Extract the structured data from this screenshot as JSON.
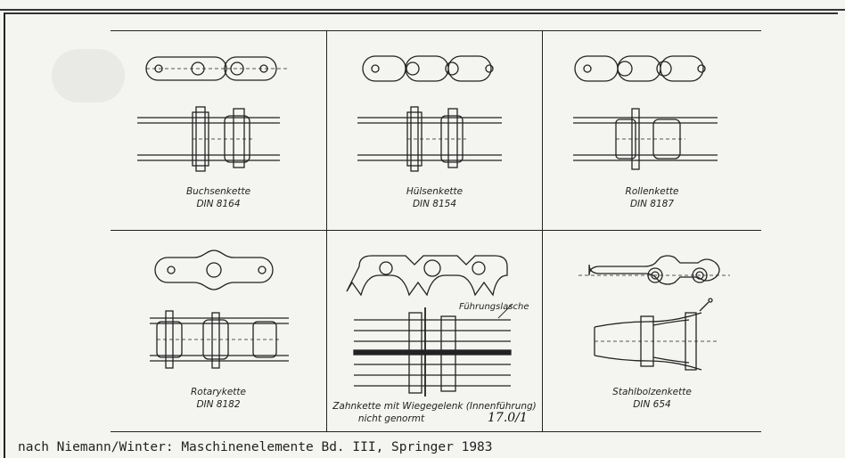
{
  "chains": [
    {
      "id": "buchsenkette",
      "name": "Buchsenkette",
      "standard": "DIN 8164"
    },
    {
      "id": "huelsenkette",
      "name": "Hülsenkette",
      "standard": "DIN 8154"
    },
    {
      "id": "rollenkette",
      "name": "Rollenkette",
      "standard": "DIN 8187"
    },
    {
      "id": "rotarykette",
      "name": "Rotarykette",
      "standard": "DIN 8182"
    },
    {
      "id": "zahnkette",
      "name": "Zahnkette mit Wiegegelenk (Innenführung)",
      "standard": "nicht genormt"
    },
    {
      "id": "stahlbolzenkette",
      "name": "Stahlbolzenkette",
      "standard": "DIN 654"
    }
  ],
  "annotation_fuehrungslasche": "Führungslasche",
  "handwritten_note": "17.0/1",
  "footer_text": "nach Niemann/Winter: Maschinenelemente Bd. III, Springer 1983"
}
